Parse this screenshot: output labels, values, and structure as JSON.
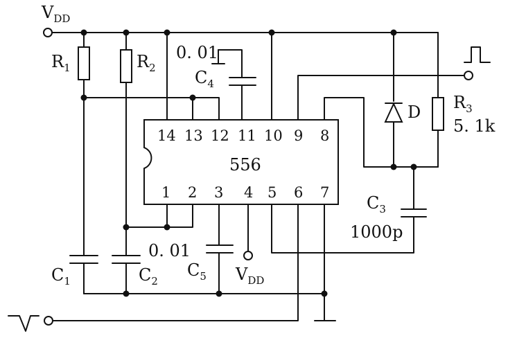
{
  "supply": {
    "main": "V",
    "main_sub": "DD",
    "pin4": "V",
    "pin4_sub": "DD"
  },
  "ic": {
    "name": "556",
    "pins_top": [
      "14",
      "13",
      "12",
      "11",
      "10",
      "9",
      "8"
    ],
    "pins_bottom": [
      "1",
      "2",
      "3",
      "4",
      "5",
      "6",
      "7"
    ]
  },
  "components": {
    "R1": {
      "letter": "R",
      "sub": "1"
    },
    "R2": {
      "letter": "R",
      "sub": "2"
    },
    "R3": {
      "letter": "R",
      "sub": "3",
      "value": "5. 1k"
    },
    "C1": {
      "letter": "C",
      "sub": "1"
    },
    "C2": {
      "letter": "C",
      "sub": "2"
    },
    "C3": {
      "letter": "C",
      "sub": "3",
      "value": "1000p"
    },
    "C4": {
      "letter": "C",
      "sub": "4",
      "value": "0. 01"
    },
    "C5": {
      "letter": "C",
      "sub": "5",
      "value": "0. 01"
    },
    "D": {
      "letter": "D"
    }
  }
}
